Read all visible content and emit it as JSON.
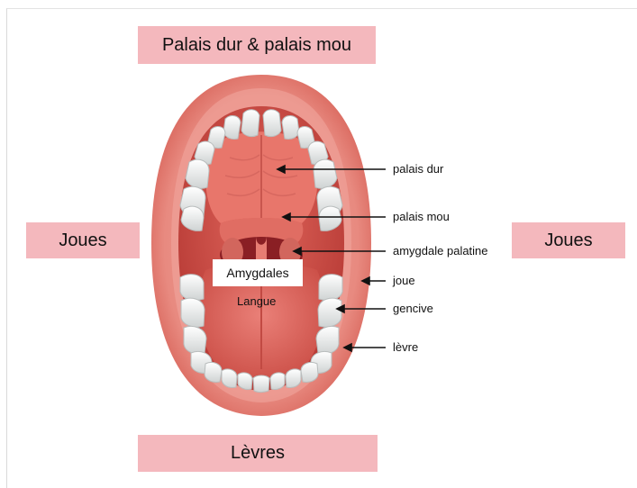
{
  "title_top": "Palais dur & palais mou",
  "title_bottom": "Lèvres",
  "side_left": "Joues",
  "side_right": "Joues",
  "overlay_box": "Amygdales",
  "overlay_plain": "Langue",
  "labels": [
    {
      "text": "palais dur"
    },
    {
      "text": "palais mou"
    },
    {
      "text": "amygdale palatine"
    },
    {
      "text": "joue"
    },
    {
      "text": "gencive"
    },
    {
      "text": "lèvre"
    }
  ],
  "colors": {
    "box_pink": "#f4b8bd",
    "lip": "#e9857c",
    "mouth_inner": "#d9574f",
    "palate": "#e46f64",
    "tooth": "#f3f3f1"
  }
}
